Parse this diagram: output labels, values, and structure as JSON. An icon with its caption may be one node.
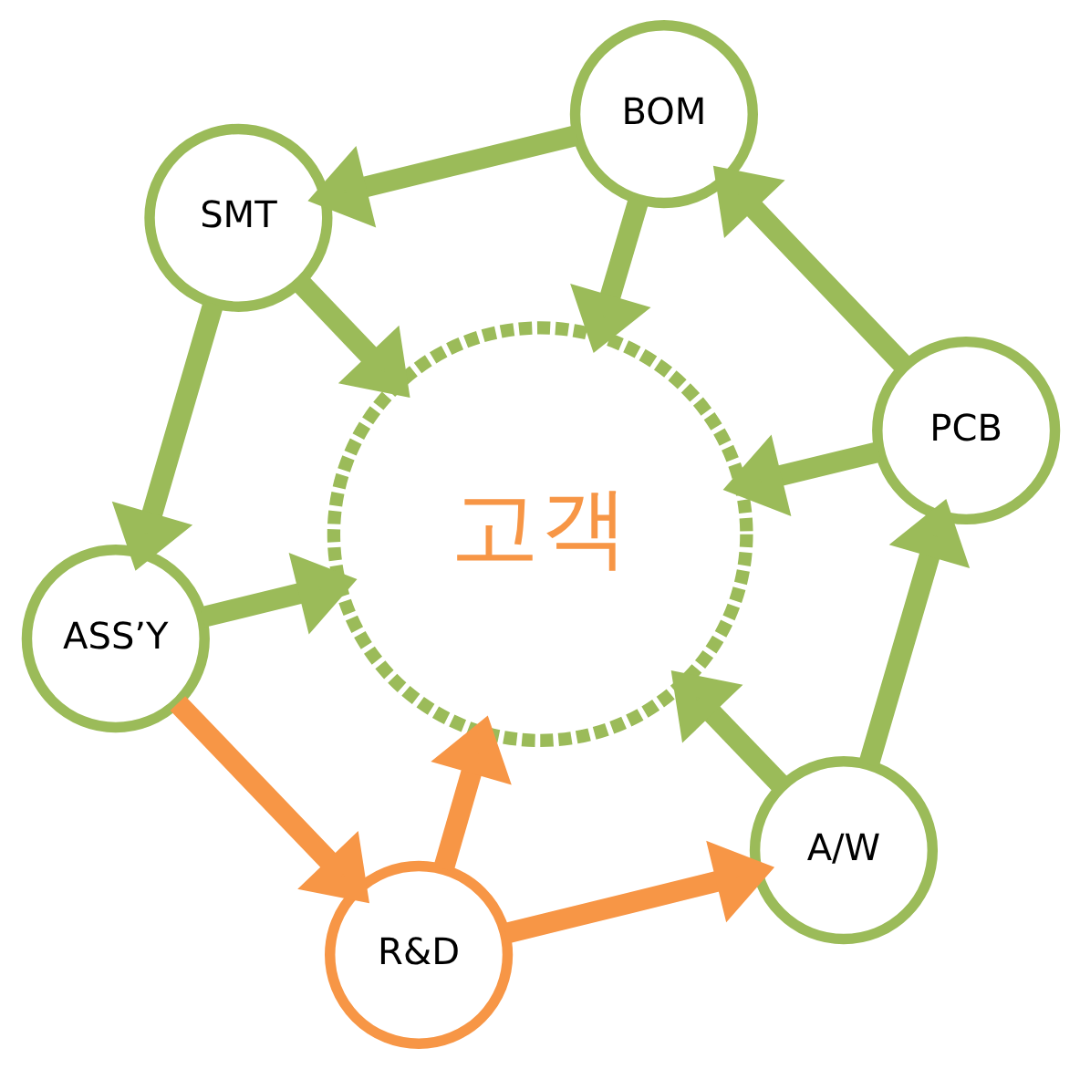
{
  "diagram": {
    "nodes": [
      {
        "text": [
          "고객"
        ]
      },
      {
        "text": [
          "A/W"
        ]
      },
      {
        "text": [
          "PCB"
        ]
      },
      {
        "text": [
          "BOM"
        ]
      },
      {
        "text": [
          "SMT"
        ]
      },
      {
        "text": [
          "ASS’Y"
        ]
      },
      {
        "text": [
          "R&D"
        ]
      }
    ],
    "edges": [
      {
        "from": 1,
        "to": 2,
        "arrow": "to"
      },
      {
        "from": 2,
        "to": 3,
        "arrow": "to"
      },
      {
        "from": 3,
        "to": 4,
        "arrow": "to"
      },
      {
        "from": 4,
        "to": 5,
        "arrow": "to"
      },
      {
        "from": 5,
        "to": 6,
        "arrow": "to",
        "color": "#f79646"
      },
      {
        "from": 6,
        "to": 1,
        "arrow": "to",
        "color": "#f79646"
      },
      {
        "from": 1,
        "to": 0,
        "arrow": "to"
      },
      {
        "from": 2,
        "to": 0,
        "arrow": "to"
      },
      {
        "from": 3,
        "to": 0,
        "arrow": "to"
      },
      {
        "from": 4,
        "to": 0,
        "arrow": "to"
      },
      {
        "from": 5,
        "to": 0,
        "arrow": "to"
      },
      {
        "from": 6,
        "to": 0,
        "arrow": "to",
        "color": "#f79646"
      }
    ]
  }
}
